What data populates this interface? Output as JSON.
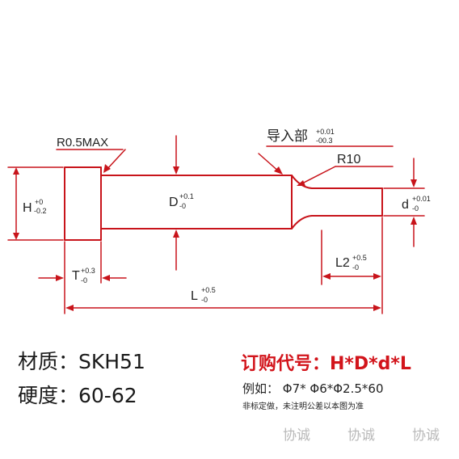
{
  "diagram": {
    "labels": {
      "r_max": "R0.5MAX",
      "guide": "导入部",
      "guide_tol_upper": "+0.01",
      "guide_tol_lower": "-00.3",
      "r10": "R10",
      "h": "H",
      "h_tol_upper": "+0",
      "h_tol_lower": "-0.2",
      "d_big": "D",
      "d_big_tol_upper": "+0.1",
      "d_big_tol_lower": "-0",
      "d_small": "d",
      "d_small_tol_upper": "+0.01",
      "d_small_tol_lower": "-0",
      "t": "T",
      "t_tol_upper": "+0.3",
      "t_tol_lower": "-0",
      "l2": "L2",
      "l2_tol_upper": "+0.5",
      "l2_tol_lower": "-0",
      "l": "L",
      "l_tol_upper": "+0.5",
      "l_tol_lower": "-0"
    },
    "colors": {
      "line": "#c8141b",
      "text": "#222222"
    }
  },
  "info": {
    "material": "材质：SKH51",
    "hardness": "硬度：60-62",
    "order_code": "订购代号：H*D*d*L",
    "example": "例如： Φ7* Φ6*Φ2.5*60",
    "note": "非标定做，未注明公差以本图为准"
  },
  "watermark": {
    "text1": "协诚",
    "text2": "协诚",
    "text3": "协诚"
  }
}
